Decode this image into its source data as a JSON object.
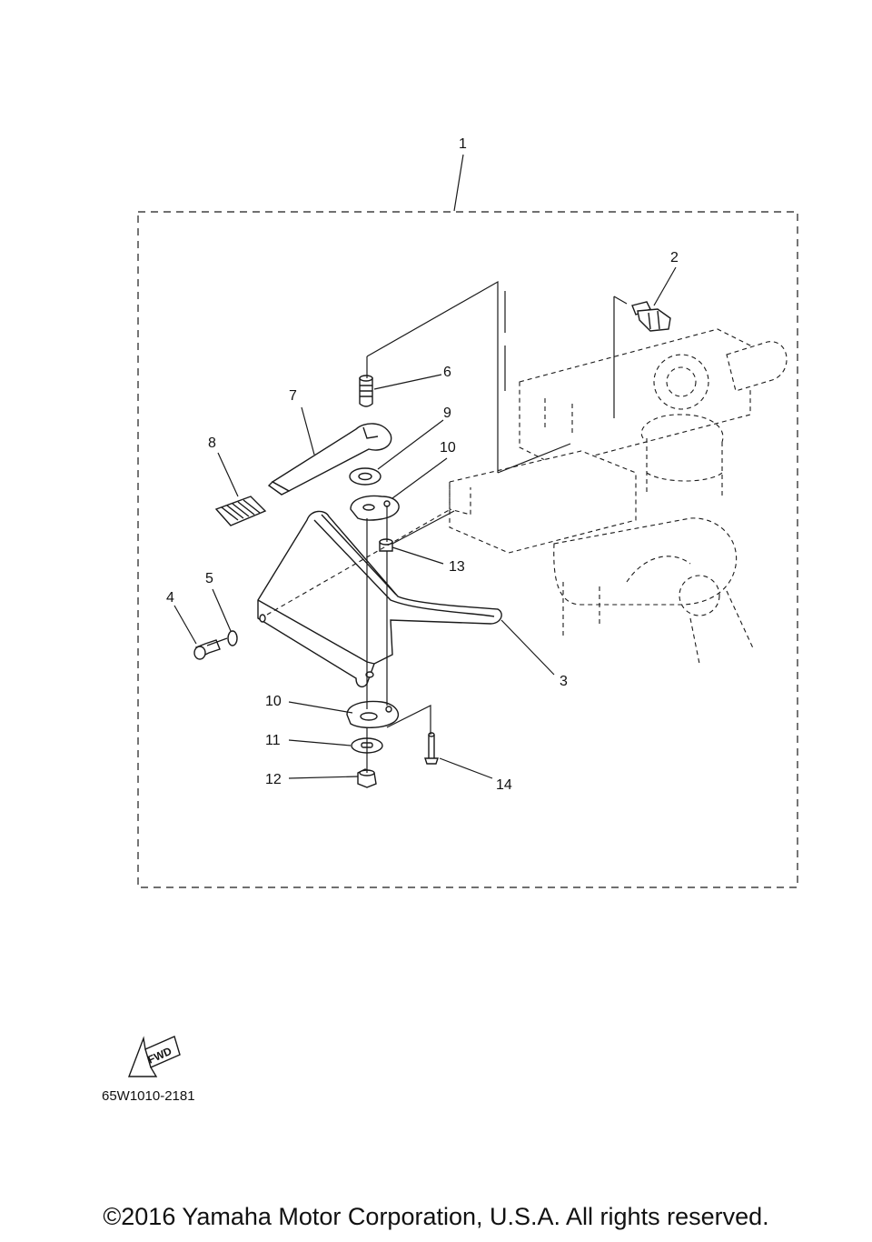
{
  "diagram": {
    "callouts": [
      "1",
      "2",
      "3",
      "4",
      "5",
      "6",
      "7",
      "8",
      "9",
      "10",
      "10",
      "11",
      "12",
      "13",
      "14"
    ],
    "catalog_code": "65W1010-2181",
    "fwd_label": "FWD",
    "copyright": "©2016 Yamaha Motor Corporation, U.S.A. All rights reserved."
  }
}
